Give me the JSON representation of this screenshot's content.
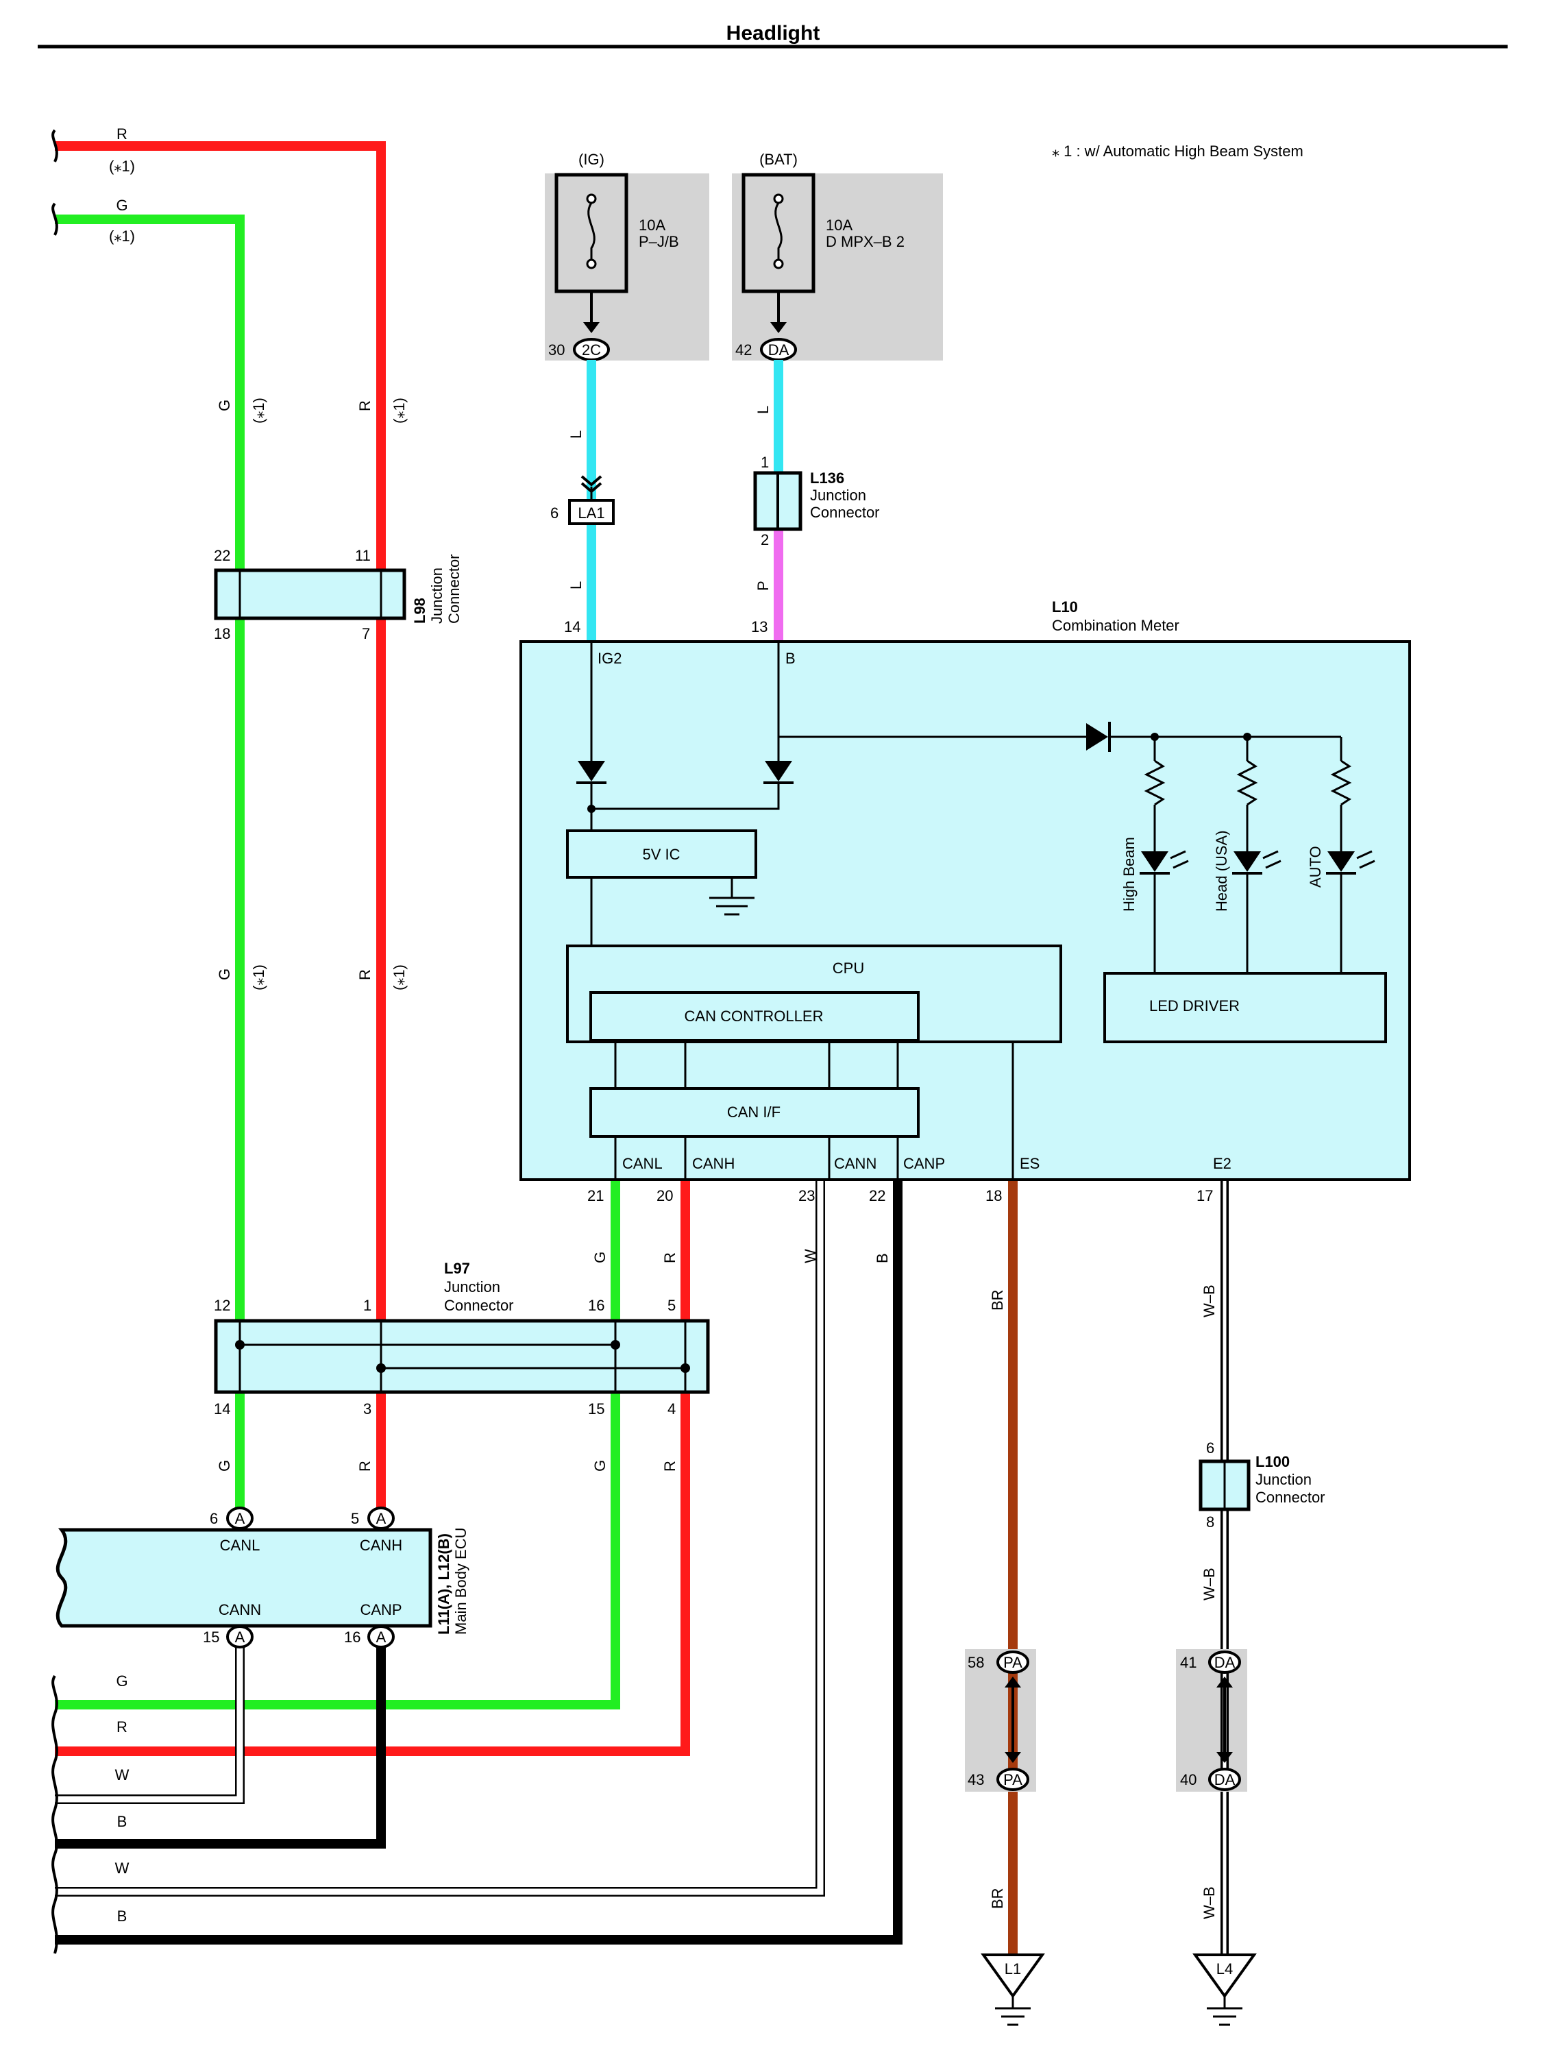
{
  "title": "Headlight",
  "note": "⁎ 1 : w/ Automatic High Beam System",
  "colors": {
    "red": "#ff1a1a",
    "green": "#22ee22",
    "cyan": "#33e6f2",
    "pink": "#f06cf0",
    "brown": "#a53a0e",
    "black": "#000000",
    "white_wire": "#ffffff",
    "box_fill": "#ccf8fb",
    "fuse_box": "#d4d4d4"
  },
  "left_wires_top": {
    "r": "R",
    "r_note": "(⁎1)",
    "g": "G",
    "g_note": "(⁎1)"
  },
  "wire_labels": {
    "g": "G",
    "r": "R",
    "l": "L",
    "p": "P",
    "w": "W",
    "b": "B",
    "br": "BR",
    "wb": "W–B",
    "star1": "(⁎1)"
  },
  "fuses": [
    {
      "source": "(IG)",
      "rating": "10A",
      "name": "P–J/B",
      "pin": "30",
      "conn": "2C"
    },
    {
      "source": "(BAT)",
      "rating": "10A",
      "name": "D MPX–B 2",
      "pin": "42",
      "conn": "DA"
    }
  ],
  "la1": {
    "pin": "6",
    "name": "LA1"
  },
  "l136": {
    "id": "L136",
    "line1": "Junction",
    "line2": "Connector",
    "pin_top": "1",
    "pin_bottom": "2"
  },
  "l98": {
    "id": "L98",
    "line1": "Junction",
    "line2": "Connector",
    "pins": [
      "22",
      "11",
      "18",
      "7"
    ]
  },
  "l10": {
    "id": "L10",
    "name": "Combination Meter",
    "pin_ig2": "14",
    "pin_b": "13",
    "term_ig2": "IG2",
    "term_b": "B",
    "ic": "5V IC",
    "cpu": "CPU",
    "can_controller": "CAN CONTROLLER",
    "can_if": "CAN I/F",
    "led_driver": "LED DRIVER",
    "leds": [
      "High Beam",
      "Head (USA)",
      "AUTO"
    ],
    "terminals": [
      "CANL",
      "CANH",
      "CANN",
      "CANP",
      "ES",
      "E2"
    ],
    "pins_bottom": [
      "21",
      "20",
      "23",
      "22",
      "18",
      "17"
    ]
  },
  "l97": {
    "id": "L97",
    "line1": "Junction",
    "line2": "Connector",
    "pins_top": [
      "12",
      "1",
      "16",
      "5"
    ],
    "pins_bottom": [
      "14",
      "3",
      "15",
      "4"
    ]
  },
  "ecu": {
    "id": "L11(A), L12(B)",
    "name": "Main Body ECU",
    "canl": "CANL",
    "canh": "CANH",
    "cann": "CANN",
    "canp": "CANP",
    "pin_canl": "6",
    "pin_canh": "5",
    "pin_cann": "15",
    "pin_canp": "16",
    "conn": "A"
  },
  "l100": {
    "id": "L100",
    "line1": "Junction",
    "line2": "Connector",
    "pin_top": "6",
    "pin_bottom": "8"
  },
  "pa": {
    "conn": "PA",
    "pin_top": "58",
    "pin_bottom": "43"
  },
  "da2": {
    "conn": "DA",
    "pin_top": "41",
    "pin_bottom": "40"
  },
  "grounds": [
    "L1",
    "L4"
  ],
  "bottom_left_wires": [
    "G",
    "R",
    "W",
    "B",
    "W",
    "B"
  ]
}
